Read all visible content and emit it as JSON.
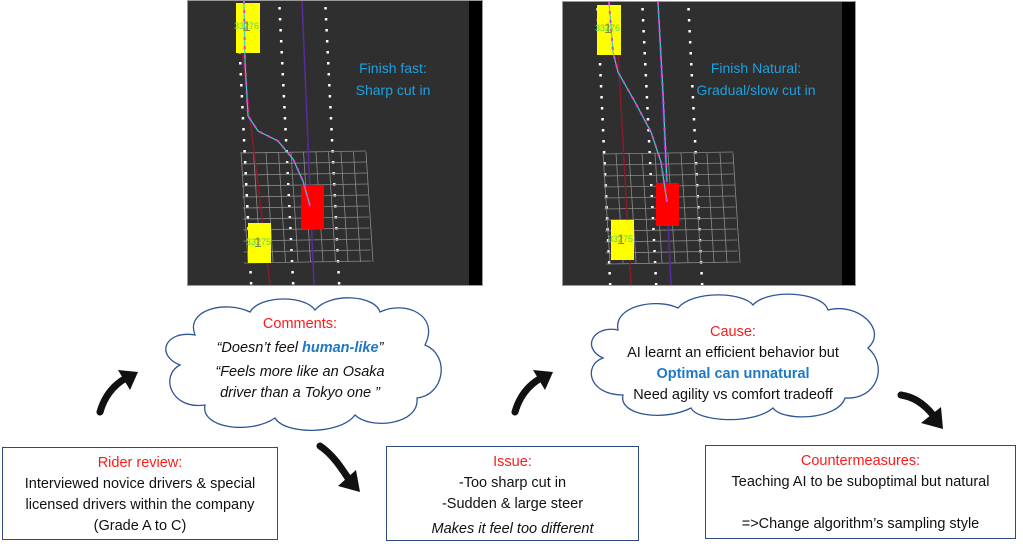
{
  "panels": [
    {
      "id": "fast",
      "label_line1": "Finish fast:",
      "label_line2": "Sharp cut in",
      "vehicle_ids": [
        "33276",
        "33275"
      ],
      "vehicle_digits": [
        "1",
        "1"
      ]
    },
    {
      "id": "natural",
      "label_line1": "Finish Natural:",
      "label_line2": "Gradual/slow cut in",
      "vehicle_ids": [
        "33276",
        "33275"
      ],
      "vehicle_digits": [
        "1",
        "1"
      ]
    }
  ],
  "comments_cloud": {
    "title": "Comments:",
    "quote1_open": "“Doesn’t feel ",
    "quote1_highlight": "human-like",
    "quote1_close": "”",
    "quote2_line1": "“Feels more like an Osaka",
    "quote2_line2": "driver than a Tokyo one ”"
  },
  "cause_cloud": {
    "title": "Cause:",
    "line1": "AI learnt an efficient behavior but",
    "line2": "Optimal can unnatural",
    "line3": "Need agility vs comfort tradeoff"
  },
  "rider_review": {
    "title": "Rider review:",
    "line1": "Interviewed novice drivers & special",
    "line2": "licensed drivers within the company",
    "line3": "(Grade A to C)"
  },
  "issue": {
    "title": "Issue:",
    "line1": "-Too sharp cut in",
    "line2": "-Sudden & large steer",
    "line3": "Makes it feel too different"
  },
  "countermeasures": {
    "title": "Countermeasures:",
    "line1": "Teaching AI to be suboptimal but natural",
    "line2": "=>Change algorithm’s sampling style"
  },
  "colors": {
    "title_red": "#ff1a1a",
    "highlight_blue": "#1e78c8",
    "sim_label_blue": "#1ea0e0",
    "cloud_outline": "#2f5597",
    "box_border": "#2f4a80",
    "ego_vehicle": "#ff0000",
    "other_vehicle": "#ffff00"
  }
}
